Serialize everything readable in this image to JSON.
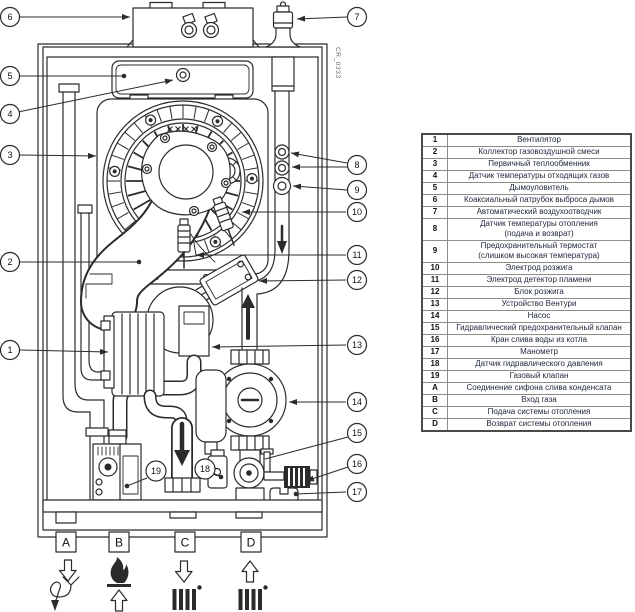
{
  "figure": {
    "drawing_code": "CR_0333",
    "flow_icons": {
      "A": "condensate-siphon-icon",
      "B": "flame-icon",
      "C": "radiator-supply-icon",
      "D": "radiator-return-icon"
    }
  },
  "legend": {
    "rows": [
      {
        "num": "1",
        "label": "Вентилятор"
      },
      {
        "num": "2",
        "label": "Коллектор газовоздушной смеси"
      },
      {
        "num": "3",
        "label": "Первичный теплообменник"
      },
      {
        "num": "4",
        "label": "Датчик температуры отходящих газов"
      },
      {
        "num": "5",
        "label": "Дымоуловитель"
      },
      {
        "num": "6",
        "label": "Коаксиальный патрубок выброса дымов"
      },
      {
        "num": "7",
        "label": "Автоматический воздухоотводчик"
      },
      {
        "num": "8",
        "label": "Датчик температуры отопления\n(подача и возврат)"
      },
      {
        "num": "9",
        "label": "Предохранительный термостат\n(слишком высокая температура)"
      },
      {
        "num": "10",
        "label": "Электрод розжига"
      },
      {
        "num": "11",
        "label": "Электрод детектор пламени"
      },
      {
        "num": "12",
        "label": "Блок розжига"
      },
      {
        "num": "13",
        "label": "Устройство Вентури"
      },
      {
        "num": "14",
        "label": "Насос"
      },
      {
        "num": "15",
        "label": "Гидравлический предохранительный клапан"
      },
      {
        "num": "16",
        "label": "Кран слива воды из котла"
      },
      {
        "num": "17",
        "label": "Манометр"
      },
      {
        "num": "18",
        "label": "Датчик гидравлического давления"
      },
      {
        "num": "19",
        "label": "Газовый клапан"
      },
      {
        "num": "A",
        "label": "Соединение сифона слива конденсата"
      },
      {
        "num": "B",
        "label": "Вход газа"
      },
      {
        "num": "C",
        "label": "Подача системы отопления"
      },
      {
        "num": "D",
        "label": "Возврат системы отопления"
      }
    ]
  }
}
